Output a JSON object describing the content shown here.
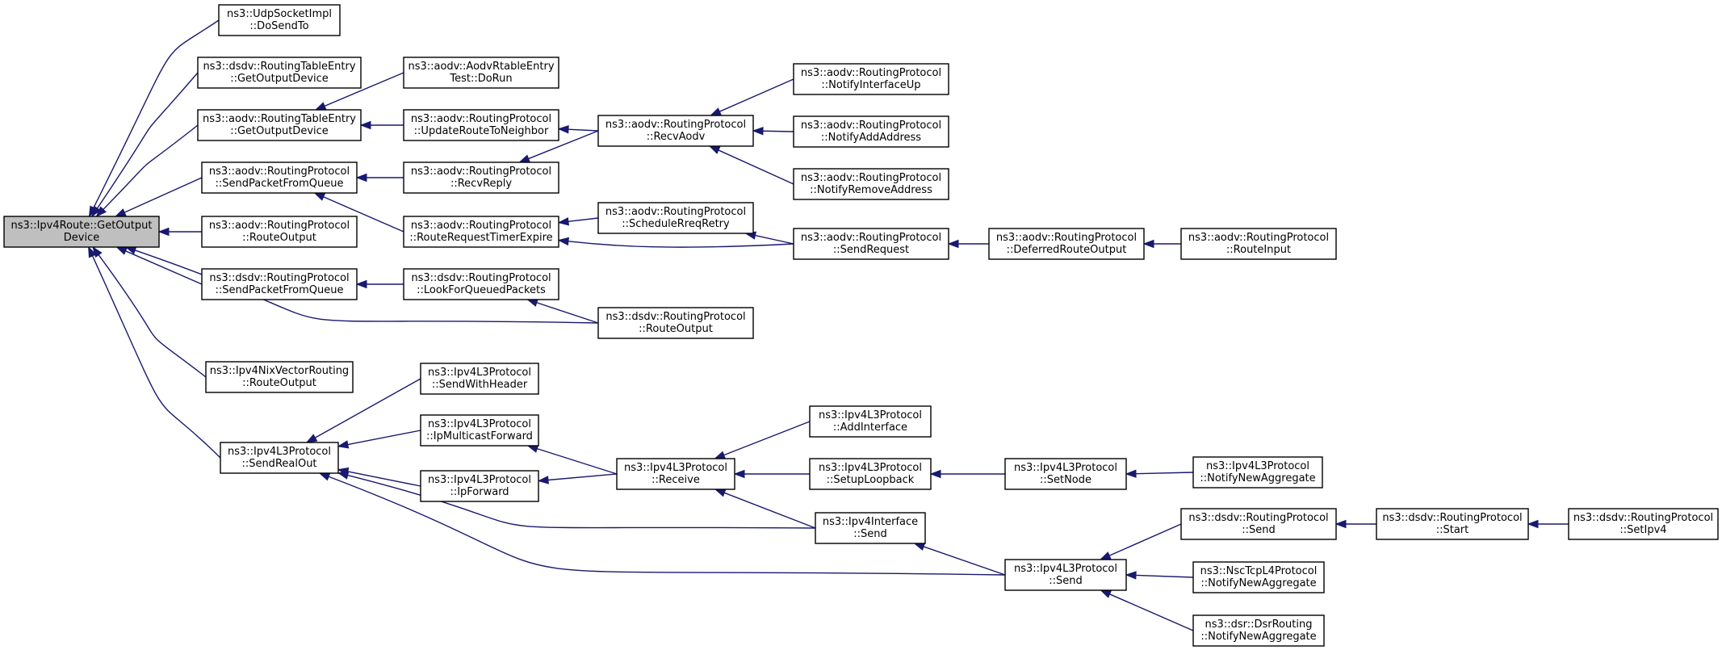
{
  "nodes": [
    {
      "id": "root",
      "lines": [
        "ns3::Ipv4Route::GetOutput",
        "Device"
      ],
      "root": true
    },
    {
      "id": "udp_dosendto",
      "lines": [
        "ns3::UdpSocketImpl",
        "::DoSendTo"
      ]
    },
    {
      "id": "dsdv_rte_getoutputdevice",
      "lines": [
        "ns3::dsdv::RoutingTableEntry",
        "::GetOutputDevice"
      ]
    },
    {
      "id": "aodv_rte_getoutputdevice",
      "lines": [
        "ns3::aodv::RoutingTableEntry",
        "::GetOutputDevice"
      ]
    },
    {
      "id": "aodv_rp_sendpacketfromqueue",
      "lines": [
        "ns3::aodv::RoutingProtocol",
        "::SendPacketFromQueue"
      ]
    },
    {
      "id": "aodv_rp_routeoutput",
      "lines": [
        "ns3::aodv::RoutingProtocol",
        "::RouteOutput"
      ]
    },
    {
      "id": "dsdv_rp_sendpacketfromqueue",
      "lines": [
        "ns3::dsdv::RoutingProtocol",
        "::SendPacketFromQueue"
      ]
    },
    {
      "id": "nix_routeoutput",
      "lines": [
        "ns3::Ipv4NixVectorRouting",
        "::RouteOutput"
      ]
    },
    {
      "id": "l3_sendrealout",
      "lines": [
        "ns3::Ipv4L3Protocol",
        "::SendRealOut"
      ]
    },
    {
      "id": "aodv_rtabletest_dorun",
      "lines": [
        "ns3::aodv::AodvRtableEntry",
        "Test::DoRun"
      ]
    },
    {
      "id": "aodv_rp_updateroutetoneighbor",
      "lines": [
        "ns3::aodv::RoutingProtocol",
        "::UpdateRouteToNeighbor"
      ]
    },
    {
      "id": "aodv_rp_recvreply",
      "lines": [
        "ns3::aodv::RoutingProtocol",
        "::RecvReply"
      ]
    },
    {
      "id": "aodv_rp_routerequesttimerexpire",
      "lines": [
        "ns3::aodv::RoutingProtocol",
        "::RouteRequestTimerExpire"
      ]
    },
    {
      "id": "dsdv_rp_lookforqueuedpackets",
      "lines": [
        "ns3::dsdv::RoutingProtocol",
        "::LookForQueuedPackets"
      ]
    },
    {
      "id": "l3_sendwithheader",
      "lines": [
        "ns3::Ipv4L3Protocol",
        "::SendWithHeader"
      ]
    },
    {
      "id": "l3_ipmulticastforward",
      "lines": [
        "ns3::Ipv4L3Protocol",
        "::IpMulticastForward"
      ]
    },
    {
      "id": "l3_ipforward",
      "lines": [
        "ns3::Ipv4L3Protocol",
        "::IpForward"
      ]
    },
    {
      "id": "aodv_rp_recvaodv",
      "lines": [
        "ns3::aodv::RoutingProtocol",
        "::RecvAodv"
      ]
    },
    {
      "id": "aodv_rp_schedulereqretry",
      "lines": [
        "ns3::aodv::RoutingProtocol",
        "::ScheduleRreqRetry"
      ]
    },
    {
      "id": "dsdv_rp_routeoutput",
      "lines": [
        "ns3::dsdv::RoutingProtocol",
        "::RouteOutput"
      ]
    },
    {
      "id": "l3_receive",
      "lines": [
        "ns3::Ipv4L3Protocol",
        "::Receive"
      ]
    },
    {
      "id": "aodv_rp_notifyinterfaceup",
      "lines": [
        "ns3::aodv::RoutingProtocol",
        "::NotifyInterfaceUp"
      ]
    },
    {
      "id": "aodv_rp_notifyaddaddress",
      "lines": [
        "ns3::aodv::RoutingProtocol",
        "::NotifyAddAddress"
      ]
    },
    {
      "id": "aodv_rp_notifyremoveaddress",
      "lines": [
        "ns3::aodv::RoutingProtocol",
        "::NotifyRemoveAddress"
      ]
    },
    {
      "id": "aodv_rp_sendrequest",
      "lines": [
        "ns3::aodv::RoutingProtocol",
        "::SendRequest"
      ]
    },
    {
      "id": "l3_addinterface",
      "lines": [
        "ns3::Ipv4L3Protocol",
        "::AddInterface"
      ]
    },
    {
      "id": "l3_setuploopback",
      "lines": [
        "ns3::Ipv4L3Protocol",
        "::SetupLoopback"
      ]
    },
    {
      "id": "ipv4interface_send",
      "lines": [
        "ns3::Ipv4Interface",
        "::Send"
      ]
    },
    {
      "id": "aodv_rp_deferredrouteoutput",
      "lines": [
        "ns3::aodv::RoutingProtocol",
        "::DeferredRouteOutput"
      ]
    },
    {
      "id": "l3_setnode",
      "lines": [
        "ns3::Ipv4L3Protocol",
        "::SetNode"
      ]
    },
    {
      "id": "l3_send",
      "lines": [
        "ns3::Ipv4L3Protocol",
        "::Send"
      ]
    },
    {
      "id": "aodv_rp_routeinput",
      "lines": [
        "ns3::aodv::RoutingProtocol",
        "::RouteInput"
      ]
    },
    {
      "id": "l3_notifynewaggregate",
      "lines": [
        "ns3::Ipv4L3Protocol",
        "::NotifyNewAggregate"
      ]
    },
    {
      "id": "dsdv_rp_send",
      "lines": [
        "ns3::dsdv::RoutingProtocol",
        "::Send"
      ]
    },
    {
      "id": "nsctcp_notifynewaggregate",
      "lines": [
        "ns3::NscTcpL4Protocol",
        "::NotifyNewAggregate"
      ]
    },
    {
      "id": "dsr_notifynewaggregate",
      "lines": [
        "ns3::dsr::DsrRouting",
        "::NotifyNewAggregate"
      ]
    },
    {
      "id": "dsdv_rp_start",
      "lines": [
        "ns3::dsdv::RoutingProtocol",
        "::Start"
      ]
    },
    {
      "id": "dsdv_rp_setipv4",
      "lines": [
        "ns3::dsdv::RoutingProtocol",
        "::SetIpv4"
      ]
    }
  ],
  "edges": [
    {
      "from": "udp_dosendto",
      "to": "root"
    },
    {
      "from": "dsdv_rte_getoutputdevice",
      "to": "root"
    },
    {
      "from": "aodv_rte_getoutputdevice",
      "to": "root"
    },
    {
      "from": "aodv_rp_sendpacketfromqueue",
      "to": "root"
    },
    {
      "from": "aodv_rp_routeoutput",
      "to": "root"
    },
    {
      "from": "dsdv_rp_sendpacketfromqueue",
      "to": "root"
    },
    {
      "from": "dsdv_rp_routeoutput",
      "to": "root"
    },
    {
      "from": "nix_routeoutput",
      "to": "root"
    },
    {
      "from": "l3_sendrealout",
      "to": "root"
    },
    {
      "from": "aodv_rtabletest_dorun",
      "to": "aodv_rte_getoutputdevice"
    },
    {
      "from": "aodv_rp_updateroutetoneighbor",
      "to": "aodv_rte_getoutputdevice"
    },
    {
      "from": "aodv_rp_recvaodv",
      "to": "aodv_rp_updateroutetoneighbor"
    },
    {
      "from": "aodv_rp_notifyinterfaceup",
      "to": "aodv_rp_recvaodv"
    },
    {
      "from": "aodv_rp_notifyaddaddress",
      "to": "aodv_rp_recvaodv"
    },
    {
      "from": "aodv_rp_notifyremoveaddress",
      "to": "aodv_rp_recvaodv"
    },
    {
      "from": "aodv_rp_recvreply",
      "to": "aodv_rp_sendpacketfromqueue"
    },
    {
      "from": "aodv_rp_routerequesttimerexpire",
      "to": "aodv_rp_sendpacketfromqueue"
    },
    {
      "from": "aodv_rp_recvaodv",
      "to": "aodv_rp_recvreply"
    },
    {
      "from": "aodv_rp_schedulereqretry",
      "to": "aodv_rp_routerequesttimerexpire"
    },
    {
      "from": "aodv_rp_sendrequest",
      "to": "aodv_rp_routerequesttimerexpire"
    },
    {
      "from": "aodv_rp_sendrequest",
      "to": "aodv_rp_schedulereqretry"
    },
    {
      "from": "aodv_rp_deferredrouteoutput",
      "to": "aodv_rp_sendrequest"
    },
    {
      "from": "aodv_rp_routeinput",
      "to": "aodv_rp_deferredrouteoutput"
    },
    {
      "from": "dsdv_rp_lookforqueuedpackets",
      "to": "dsdv_rp_sendpacketfromqueue"
    },
    {
      "from": "dsdv_rp_routeoutput",
      "to": "dsdv_rp_lookforqueuedpackets"
    },
    {
      "from": "l3_sendwithheader",
      "to": "l3_sendrealout"
    },
    {
      "from": "l3_ipmulticastforward",
      "to": "l3_sendrealout"
    },
    {
      "from": "l3_ipforward",
      "to": "l3_sendrealout"
    },
    {
      "from": "ipv4interface_send",
      "to": "l3_sendrealout"
    },
    {
      "from": "l3_send",
      "to": "l3_sendrealout"
    },
    {
      "from": "l3_receive",
      "to": "l3_ipmulticastforward"
    },
    {
      "from": "l3_receive",
      "to": "l3_ipforward"
    },
    {
      "from": "l3_addinterface",
      "to": "l3_receive"
    },
    {
      "from": "l3_setuploopback",
      "to": "l3_receive"
    },
    {
      "from": "ipv4interface_send",
      "to": "l3_receive"
    },
    {
      "from": "l3_setnode",
      "to": "l3_setuploopback"
    },
    {
      "from": "l3_notifynewaggregate",
      "to": "l3_setnode"
    },
    {
      "from": "l3_send",
      "to": "ipv4interface_send"
    },
    {
      "from": "dsdv_rp_send",
      "to": "l3_send"
    },
    {
      "from": "nsctcp_notifynewaggregate",
      "to": "l3_send"
    },
    {
      "from": "dsr_notifynewaggregate",
      "to": "l3_send"
    },
    {
      "from": "dsdv_rp_start",
      "to": "dsdv_rp_send"
    },
    {
      "from": "dsdv_rp_setipv4",
      "to": "dsdv_rp_start"
    }
  ]
}
